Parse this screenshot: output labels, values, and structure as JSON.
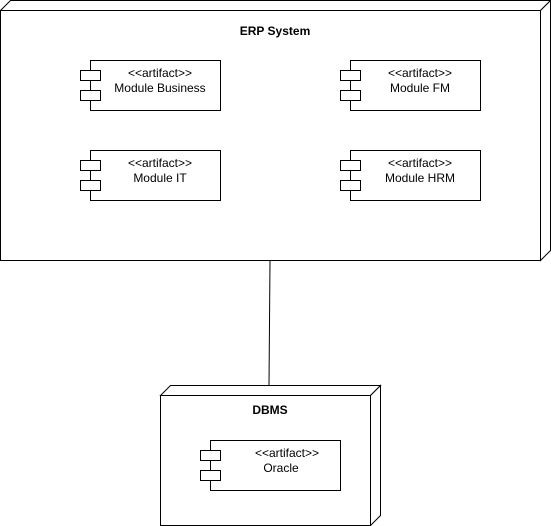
{
  "diagram": {
    "erp_node": {
      "title": "ERP System",
      "artifacts": [
        {
          "stereotype": "<<artifact>>",
          "name": "Module Business"
        },
        {
          "stereotype": "<<artifact>>",
          "name": "Module FM"
        },
        {
          "stereotype": "<<artifact>>",
          "name": "Module IT"
        },
        {
          "stereotype": "<<artifact>>",
          "name": "Module HRM"
        }
      ]
    },
    "dbms_node": {
      "title": "DBMS",
      "artifacts": [
        {
          "stereotype": "<<artifact>>",
          "name": "Oracle"
        }
      ]
    },
    "colors": {
      "stroke": "#000000",
      "fill": "#ffffff"
    }
  }
}
